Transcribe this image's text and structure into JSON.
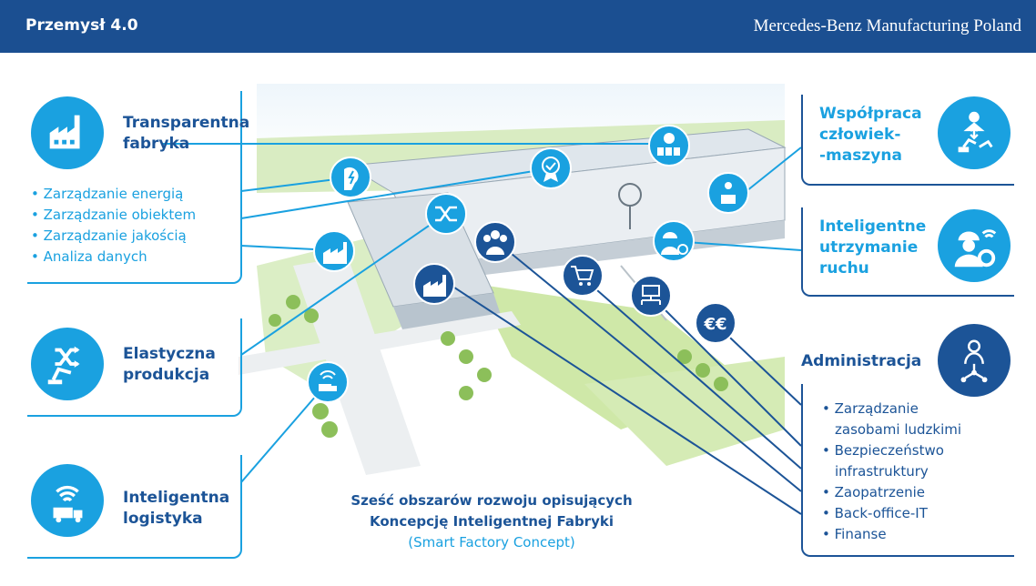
{
  "header": {
    "title": "Przemysł 4.0",
    "brand": "Mercedes-Benz Manufacturing Poland"
  },
  "colors": {
    "header_blue": "#1b4f91",
    "cyan": "#1aa1e0",
    "dark_blue": "#1c5497"
  },
  "left_groups": [
    {
      "title_line1": "Transparentna",
      "title_line2": "fabryka",
      "icon": "factory-icon",
      "bullets": [
        "Zarządzanie energią",
        "Zarządzanie obiektem",
        "Zarządzanie jakością",
        "Analiza danych"
      ]
    },
    {
      "title_line1": "Elastyczna",
      "title_line2": "produkcja",
      "icon": "robot-arm-shuffle-icon"
    },
    {
      "title_line1": "Inteligentna",
      "title_line2": "logistyka",
      "icon": "wifi-truck-icon"
    }
  ],
  "right_groups": [
    {
      "title_line1": "Współpraca",
      "title_line2": "człowiek-",
      "title_line3": "-maszyna",
      "icon": "human-robot-icon"
    },
    {
      "title_line1": "Inteligentne",
      "title_line2": "utrzymanie",
      "title_line3": "ruchu",
      "icon": "worker-gear-icon"
    },
    {
      "title": "Administracja",
      "icon": "admin-network-icon",
      "bullets": [
        {
          "text": "Zarządzanie",
          "bullet": true
        },
        {
          "text": "zasobami ludzkimi",
          "bullet": false
        },
        {
          "text": "Bezpieczeństwo",
          "bullet": true
        },
        {
          "text": "infrastruktury",
          "bullet": false
        },
        {
          "text": "Zaopatrzenie",
          "bullet": true
        },
        {
          "text": "Back-office-IT",
          "bullet": true
        },
        {
          "text": "Finanse",
          "bullet": true
        }
      ]
    }
  ],
  "caption": {
    "line1": "Sześć obszarów rozwoju opisujących",
    "line2": "Koncepcję Inteligentnej Fabryki",
    "line3": "(Smart Factory Concept)"
  }
}
